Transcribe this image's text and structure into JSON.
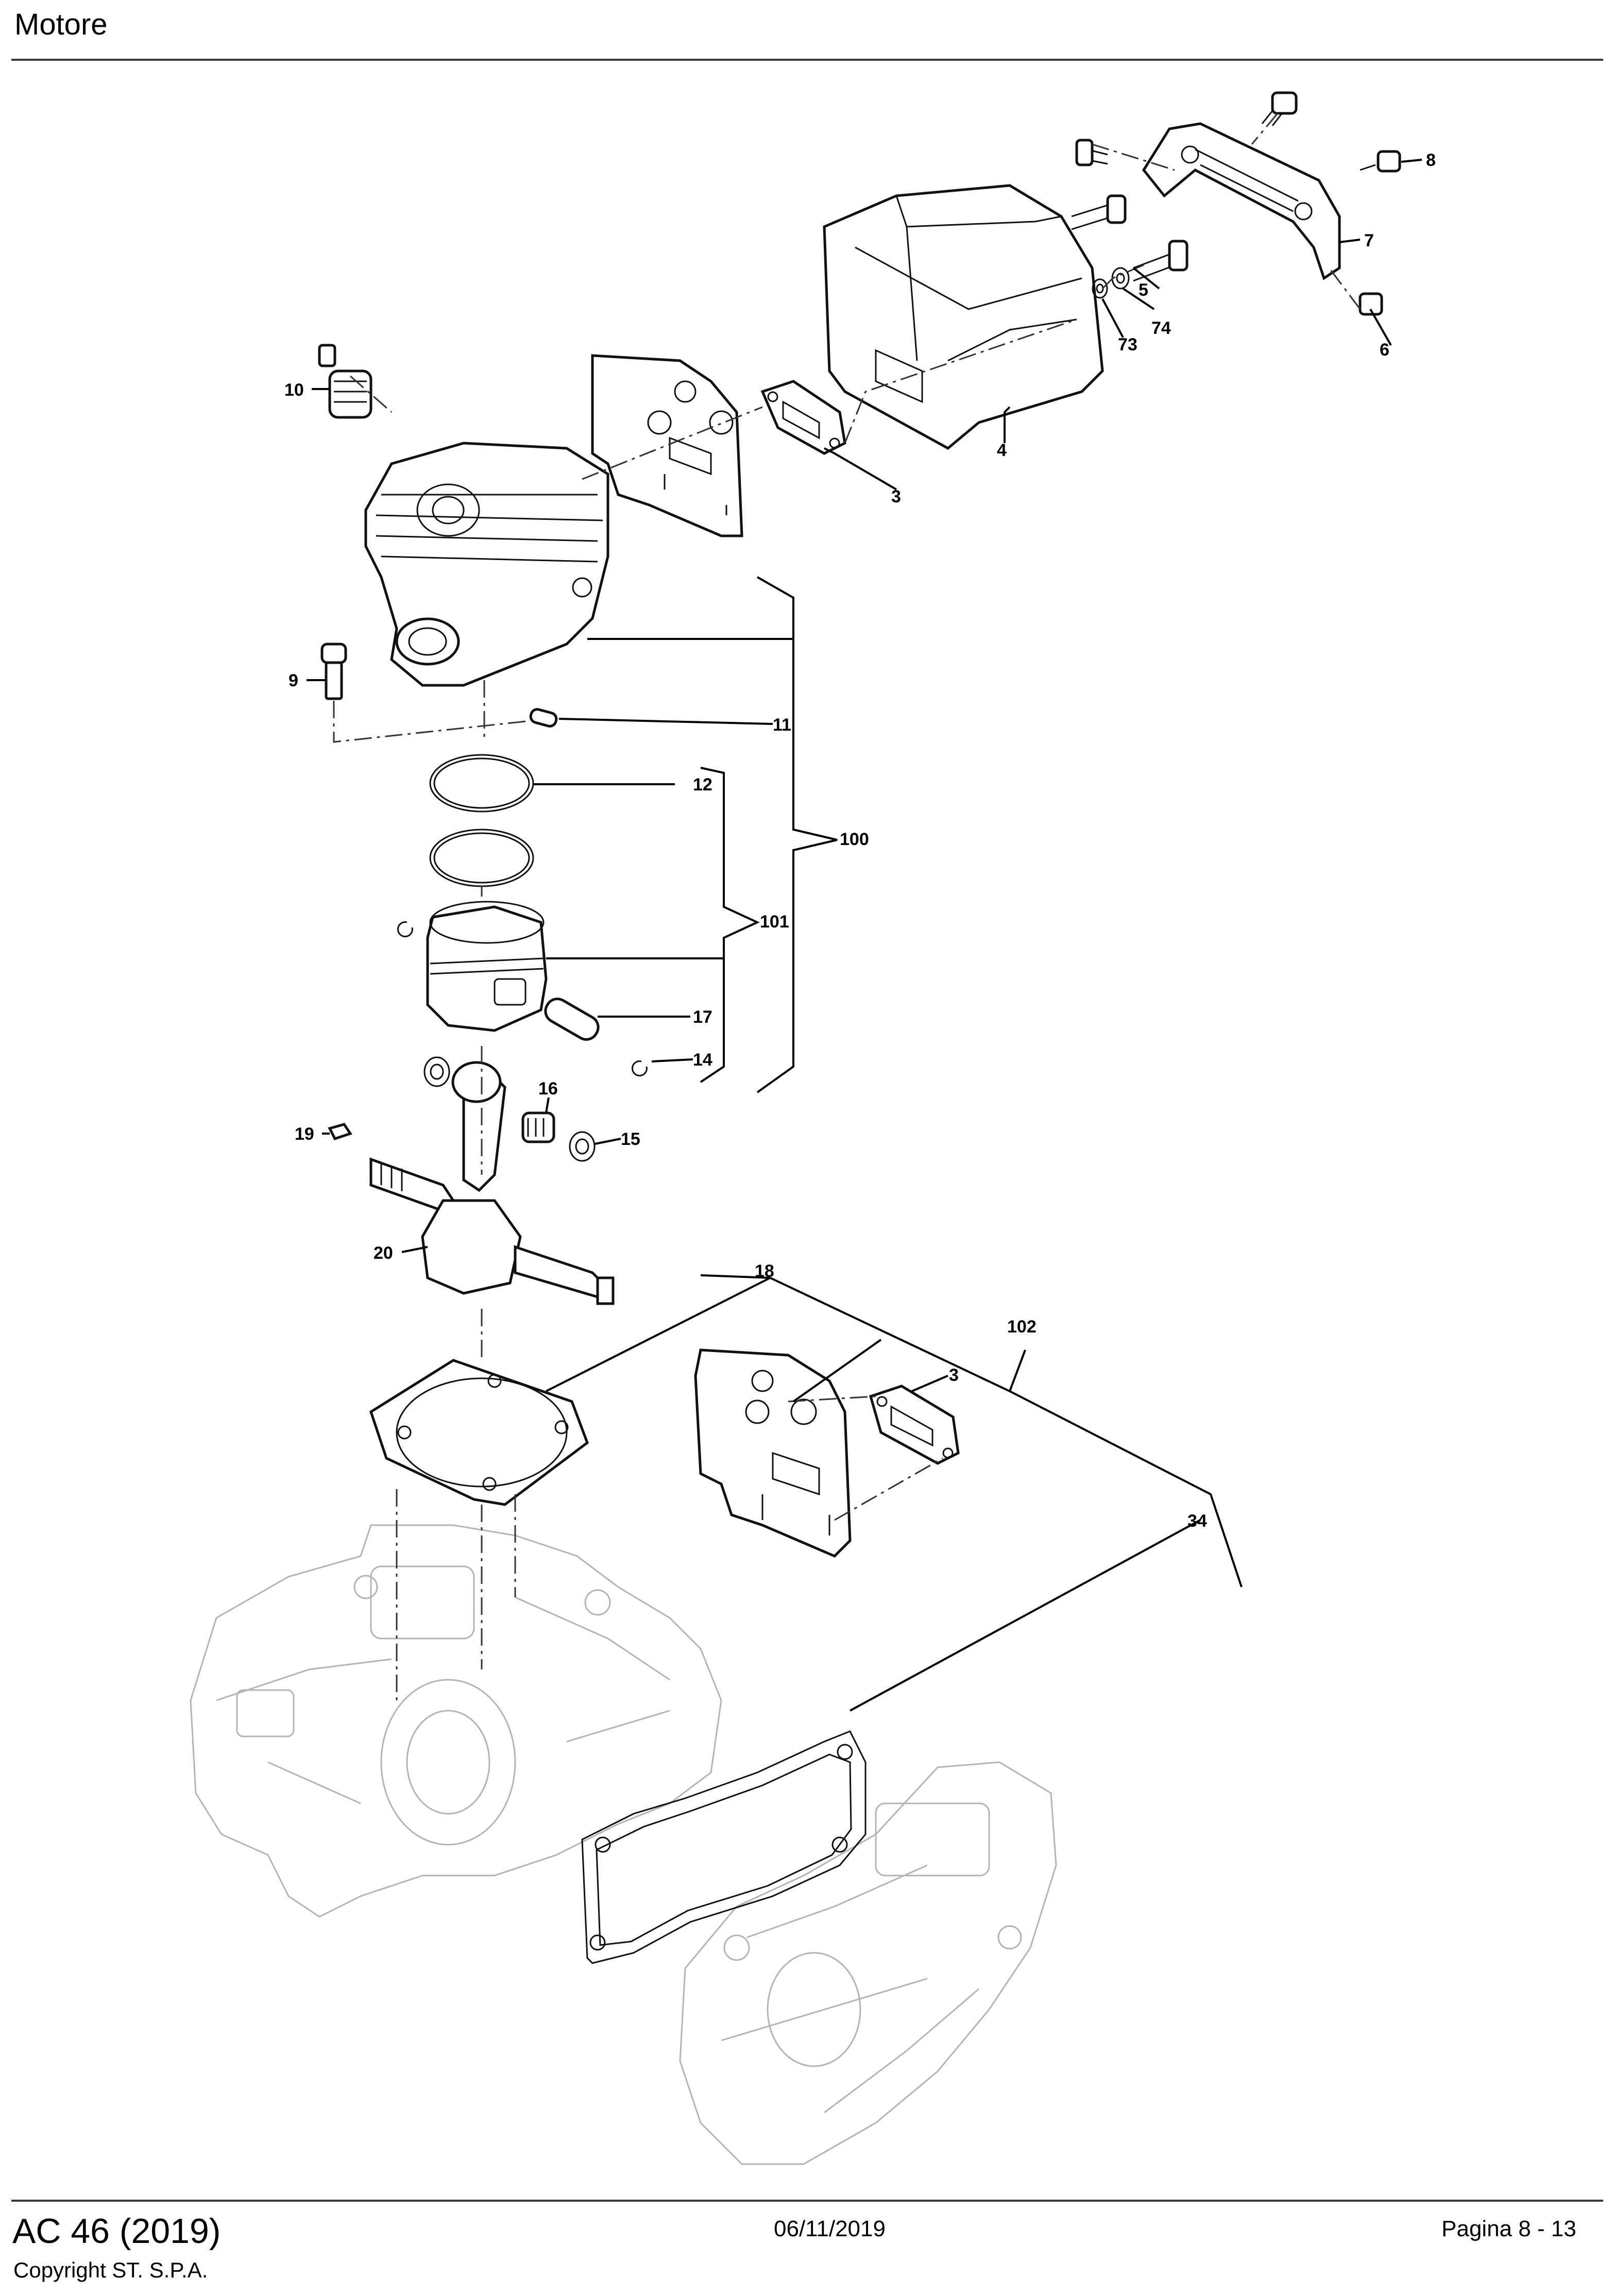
{
  "header": {
    "title": "Motore"
  },
  "footer": {
    "model": "AC 46 (2019)",
    "copyright": "Copyright ST. S.P.A.",
    "date": "06/11/2019",
    "page": "Pagina 8 - 13"
  },
  "callouts": [
    "10",
    "3",
    "4",
    "5",
    "6",
    "7",
    "8",
    "73",
    "74",
    "9",
    "11",
    "12",
    "100",
    "101",
    "17",
    "14",
    "16",
    "15",
    "19",
    "20",
    "18",
    "102",
    "3",
    "34"
  ]
}
